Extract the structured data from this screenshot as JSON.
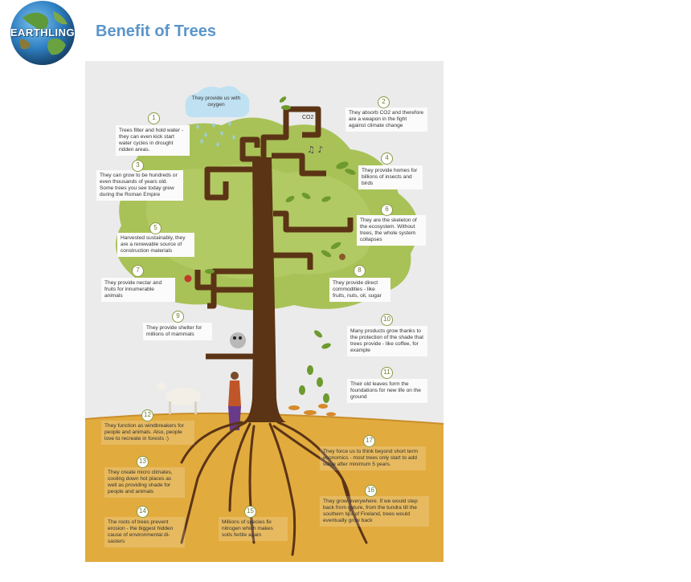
{
  "header": {
    "logo_text": "EARTHLING",
    "title": "Benefit of Trees"
  },
  "poster": {
    "cloud_text": "They provide us with oxygen",
    "co2_label": "CO2",
    "facts": [
      {
        "num": "1",
        "text": "Trees filter and hold water - they can even kick start water cycles in drought ridden areas."
      },
      {
        "num": "2",
        "text": "They absorb CO2 and therefore are a weapon in the fight against climate change"
      },
      {
        "num": "3",
        "text": "They can grow to be hundreds or even thousands of years old. Some trees you see today grew during the Roman Empire"
      },
      {
        "num": "4",
        "text": "They provide homes for billions of insects and birds"
      },
      {
        "num": "5",
        "text": "Harvested sustainably, they are a renewable source of construction materials"
      },
      {
        "num": "6",
        "text": "They are the skeleton of the ecosystem. Without trees, the whole system collapses"
      },
      {
        "num": "7",
        "text": "They provide nectar and fruits for innumerable animals"
      },
      {
        "num": "8",
        "text": "They provide direct commodities - like fruits, nuts, oil, sugar"
      },
      {
        "num": "9",
        "text": "They provide shelter for millions of mammals"
      },
      {
        "num": "10",
        "text": "Many products grow thanks to the protection of the shade that trees provide - like coffee, for example"
      },
      {
        "num": "11",
        "text": "Their old leaves form the foundations for new life on the ground"
      },
      {
        "num": "12",
        "text": "They function as windbreakers for people and animals. Also, people love to recreate in forests :)"
      },
      {
        "num": "13",
        "text": "They create micro climates, cooling down hot places as well as providing shade for people and animals"
      },
      {
        "num": "14",
        "text": "The roots of trees prevent erosion - the biggest hidden cause of environmental di-sasters"
      },
      {
        "num": "15",
        "text": "Millions of species fix nitrogen which makes soils fertile again"
      },
      {
        "num": "16",
        "text": "They grow everywhere. If we would step back from nature, from the tundra till the southern tips of Fireland, trees would eventually grow back"
      },
      {
        "num": "17",
        "text": "They force us to think beyond short term economics - most trees only start to add value after minimum 5 years."
      }
    ]
  }
}
